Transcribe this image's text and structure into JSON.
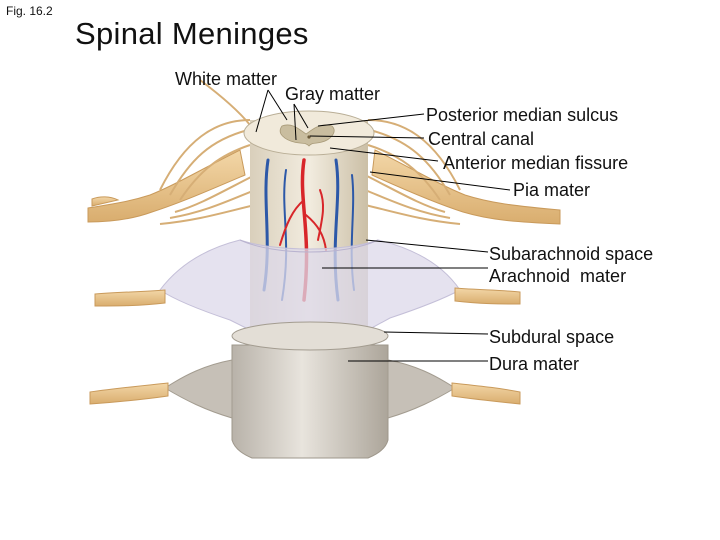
{
  "figure": {
    "label": "Fig. 16.2",
    "title": "Spinal Meninges"
  },
  "labels": {
    "white_matter": "White matter",
    "gray_matter": "Gray matter",
    "posterior_median_sulcus": "Posterior median sulcus",
    "central_canal": "Central canal",
    "anterior_median_fissure": "Anterior median fissure",
    "pia_mater": "Pia mater",
    "subarachnoid_space": "Subarachnoid space",
    "arachnoid_mater": "Arachnoid  mater",
    "subdural_space": "Subdural space",
    "dura_mater": "Dura mater"
  },
  "colors": {
    "nerve": "#e8c48e",
    "artery": "#d8262a",
    "vein": "#2c58a8",
    "white_matter": "#f1eadb",
    "gray_matter": "#c9bd9f",
    "dura": "#cfcac2",
    "arachnoid": "#dcd8ea"
  }
}
